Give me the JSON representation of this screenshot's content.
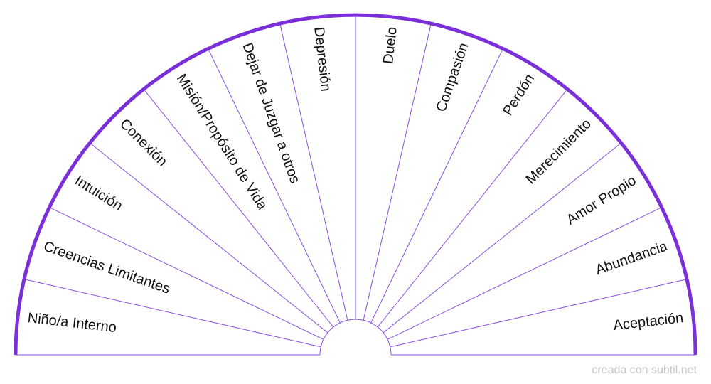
{
  "chart": {
    "segments": [
      "Niño/a Interno",
      "Creencias Limitantes",
      "Intuición",
      "Conexión",
      "Misión/Propósito de Vida",
      "Dejar de Juzgar a otros",
      "Depresión",
      "Duelo",
      "Compasión",
      "Perdón",
      "Merecimiento",
      "Amor Propio",
      "Abundancia",
      "Aceptación"
    ],
    "outer_color": "#7b2fd9",
    "line_color": "#8a4fe0"
  },
  "footer": {
    "watermark": "creada con subtil.net"
  }
}
